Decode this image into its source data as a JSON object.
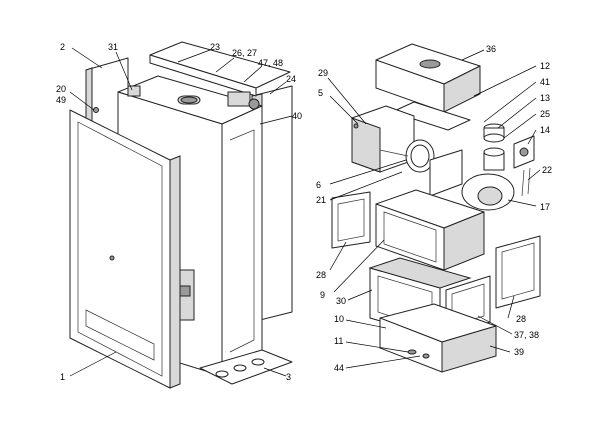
{
  "labels": {
    "l1": "1",
    "l2": "2",
    "l3": "3",
    "l5": "5",
    "l6": "6",
    "l9": "9",
    "l10": "10",
    "l11": "11",
    "l12": "12",
    "l13": "13",
    "l14": "14",
    "l17": "17",
    "l20": "20",
    "l21": "21",
    "l22": "22",
    "l23": "23",
    "l24": "24",
    "l25": "25",
    "l26_27": "26, 27",
    "l28a": "28",
    "l28b": "28",
    "l29": "29",
    "l30": "30",
    "l31": "31",
    "l36": "36",
    "l37_38": "37, 38",
    "l39": "39",
    "l40": "40",
    "l41": "41",
    "l44": "44",
    "l47_48": "47, 48",
    "l49": "49"
  },
  "colors": {
    "line": "#222222",
    "shade": "#d9d9d9",
    "background": "#ffffff"
  }
}
